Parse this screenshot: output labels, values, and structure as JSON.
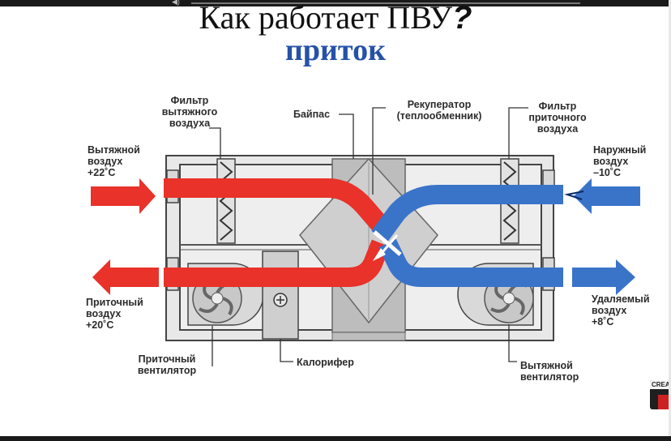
{
  "title": {
    "main": "Как работает ПВУ",
    "mark": "?",
    "sub": "приток"
  },
  "labels": {
    "exhaust_filter": "Фильтр\nвытяжного\nвоздуха",
    "bypass": "Байпас",
    "recuperator": "Рекуператор\n(теплообменник)",
    "supply_filter": "Фильтр\nприточного\nвоздуха",
    "exhaust_air_in": "Вытяжной\nвоздух\n+22˚С",
    "outdoor_air": "Наружный\nвоздух\n–10˚С",
    "supply_air_out": "Приточный\nвоздух\n+20˚С",
    "removed_air": "Удаляемый\nвоздух\n+8˚С",
    "supply_fan": "Приточный\nвентилятор",
    "heater": "Калорифер",
    "exhaust_fan": "Вытяжной\nвентилятор"
  },
  "logo": {
    "text": "CREA"
  },
  "colors": {
    "warm": "#e8322a",
    "cold": "#3a74c9",
    "unit": "#e4e4e4",
    "frame": "#3a3a3a",
    "title_sub": "#2552a8"
  }
}
